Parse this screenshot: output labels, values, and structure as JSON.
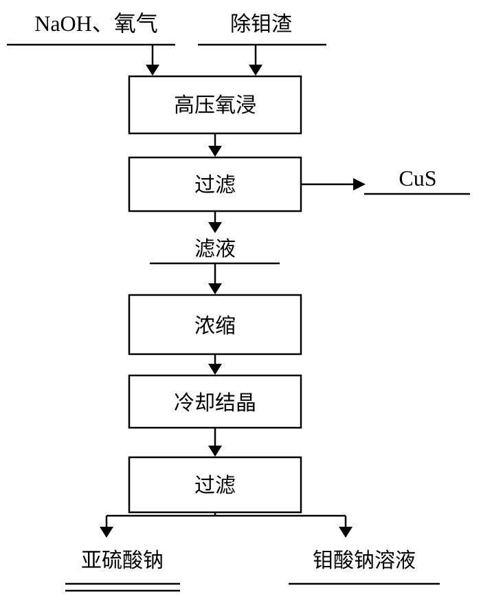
{
  "inputs": {
    "reagents": "NaOH、氧气",
    "residue": "除钼渣"
  },
  "steps": {
    "leach": "高压氧浸",
    "filter_1": "过滤",
    "filtrate": "滤液",
    "concentrate": "浓缩",
    "crystallize": "冷却结晶",
    "filter_2": "过滤"
  },
  "outputs": {
    "byproduct": "CuS",
    "product_1": "亚硫酸钠",
    "product_2": "钼酸钠溶液"
  }
}
